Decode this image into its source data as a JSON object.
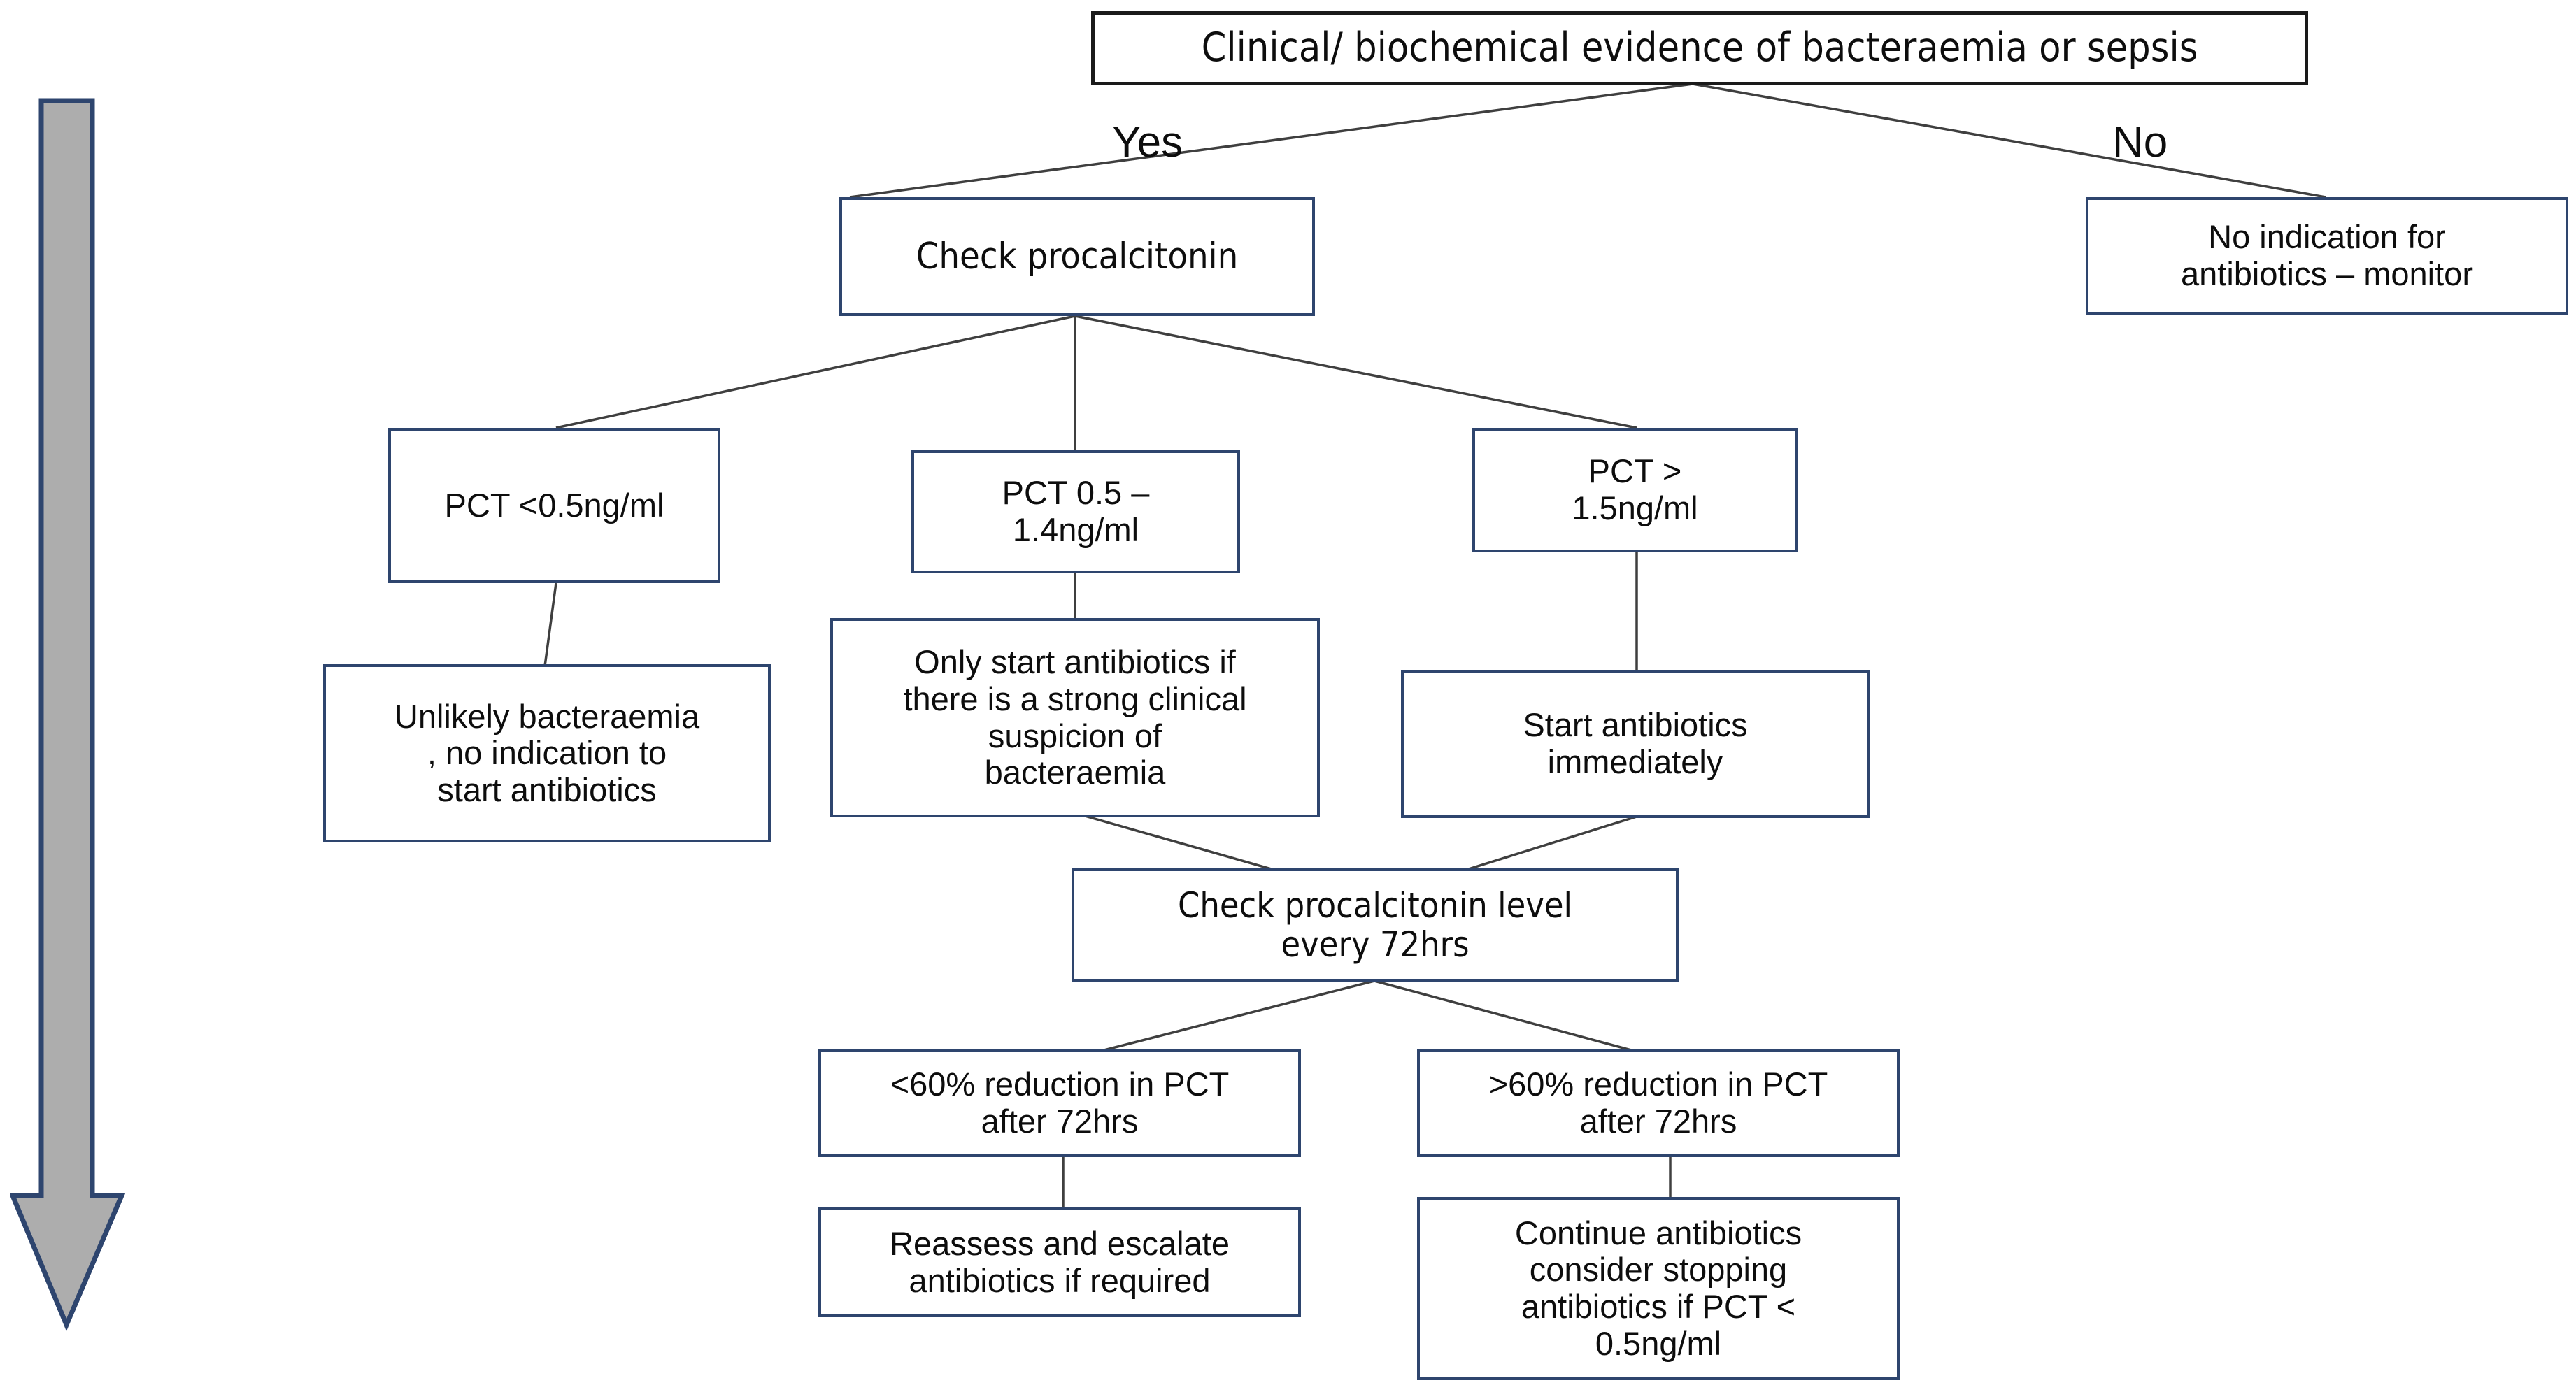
{
  "diagram": {
    "title": "Procalcitonin guided antibiotic decision flowchart",
    "colors": {
      "node_border": "#2E456E",
      "root_border": "#1a1a1a",
      "arrow_fill": "#ADADAD",
      "arrow_border": "#2E456E",
      "connector_line": "#3f3f3f",
      "text": "#0d0d0d",
      "background": "#ffffff"
    },
    "flow_arrow": {
      "name": "time-progression-arrow",
      "direction": "down"
    },
    "edge_labels": [
      {
        "id": "yes",
        "text": "Yes"
      },
      {
        "id": "no",
        "text": "No"
      }
    ],
    "nodes": [
      {
        "id": "root",
        "text": "Clinical/ biochemical evidence of bacteraemia or sepsis"
      },
      {
        "id": "check_pct",
        "text": "Check procalcitonin"
      },
      {
        "id": "no_indication",
        "text": "No indication for\nantibiotics – monitor"
      },
      {
        "id": "pct_low",
        "text": "PCT <0.5ng/ml"
      },
      {
        "id": "pct_mid",
        "text": "PCT 0.5 –\n1.4ng/ml"
      },
      {
        "id": "pct_high",
        "text": "PCT >\n1.5ng/ml"
      },
      {
        "id": "unlikely_bacteraemia",
        "text": "Unlikely bacteraemia\n, no indication to\nstart antibiotics"
      },
      {
        "id": "only_start",
        "text": "Only start antibiotics if\nthere is a strong clinical\nsuspicion of\nbacteraemia"
      },
      {
        "id": "start_immediately",
        "text": "Start antibiotics\nimmediately"
      },
      {
        "id": "recheck_72",
        "text": "Check procalcitonin level\nevery 72hrs"
      },
      {
        "id": "lt60",
        "text": "<60% reduction in PCT\nafter 72hrs"
      },
      {
        "id": "gt60",
        "text": ">60% reduction in PCT\nafter 72hrs"
      },
      {
        "id": "reassess",
        "text": "Reassess and escalate\nantibiotics if required"
      },
      {
        "id": "continue",
        "text": "Continue antibiotics\nconsider stopping\nantibiotics if PCT <\n0.5ng/ml"
      }
    ]
  }
}
